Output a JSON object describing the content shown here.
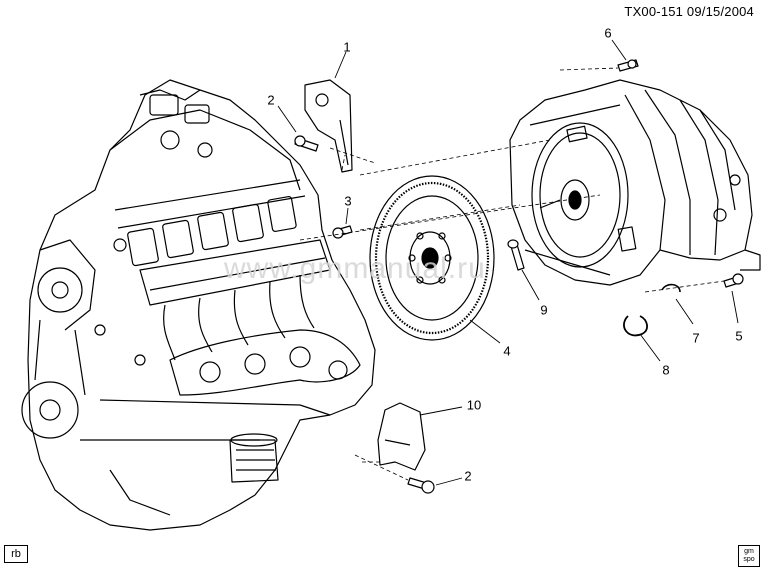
{
  "header": {
    "drawing_id": "TX00-151  09/15/2004"
  },
  "watermark": "www.gmmanual.ru",
  "corner_tag": "rb",
  "logo_text": "gm spo",
  "callouts": [
    {
      "id": "c1",
      "label": "1"
    },
    {
      "id": "c2a",
      "label": "2"
    },
    {
      "id": "c2b",
      "label": "2"
    },
    {
      "id": "c3",
      "label": "3"
    },
    {
      "id": "c4",
      "label": "4"
    },
    {
      "id": "c5",
      "label": "5"
    },
    {
      "id": "c6",
      "label": "6"
    },
    {
      "id": "c7",
      "label": "7"
    },
    {
      "id": "c8",
      "label": "8"
    },
    {
      "id": "c9",
      "label": "9"
    },
    {
      "id": "c10",
      "label": "10"
    }
  ]
}
